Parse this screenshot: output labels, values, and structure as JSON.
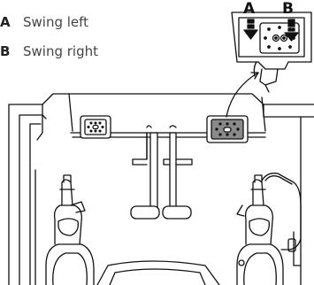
{
  "legend": [
    {
      "key": "A",
      "text": "Swing left"
    },
    {
      "key": "B",
      "text": "Swing right"
    }
  ],
  "callouts": {
    "a": "A",
    "b": "B"
  }
}
